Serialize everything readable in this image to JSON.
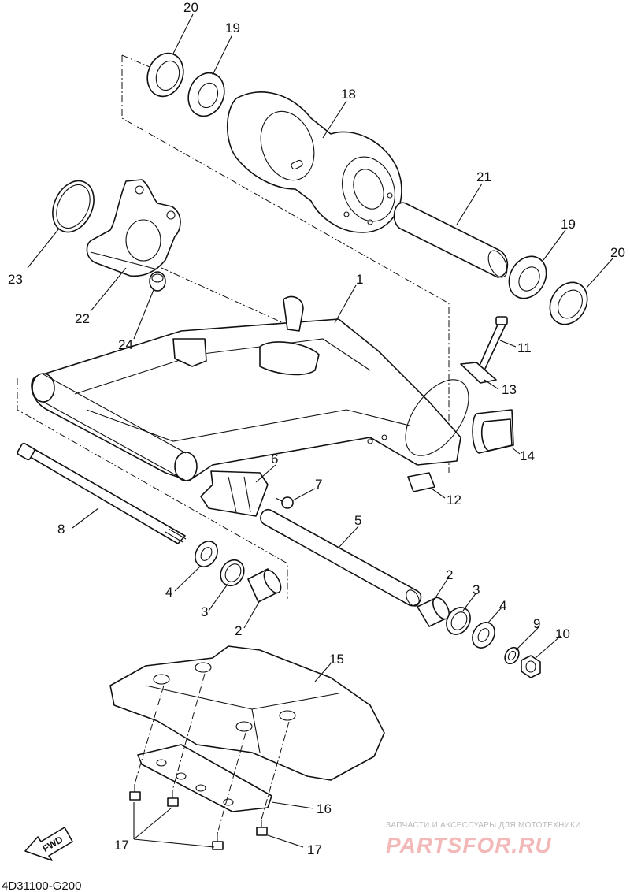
{
  "diagram": {
    "code": "4D31100-G200",
    "callouts": [
      "20",
      "19",
      "18",
      "21",
      "19",
      "20",
      "23",
      "22",
      "24",
      "1",
      "11",
      "13",
      "14",
      "12",
      "6",
      "7",
      "8",
      "5",
      "4",
      "3",
      "2",
      "2",
      "3",
      "4",
      "9",
      "10",
      "15",
      "16",
      "17",
      "17"
    ],
    "fwd_label": "FWD"
  },
  "watermark": {
    "tagline": "ЗАПЧАСТИ И АКСЕССУАРЫ ДЛЯ МОТОТЕХНИКИ",
    "brand": "PARTSFOR.RU",
    "color": "#f3b9b9"
  }
}
